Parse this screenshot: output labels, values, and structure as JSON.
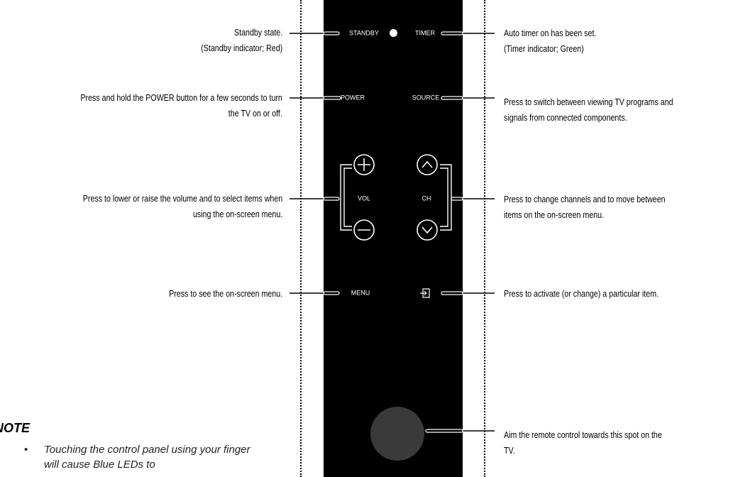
{
  "panel": {
    "standby": "STANDBY",
    "timer": "TIMER",
    "power": "POWER",
    "source": "SOURCE",
    "vol": "VOL",
    "ch": "CH",
    "menu": "MENU",
    "enter_icon": "enter-icon"
  },
  "callouts": {
    "standby": [
      "Standby state.",
      "(Standby indicator; Red)"
    ],
    "timer": [
      "Auto timer on has been set.",
      "(Timer indicator; Green)"
    ],
    "power": [
      "Press and hold the POWER button for a few seconds to turn",
      "the TV on or off."
    ],
    "source": [
      "Press to switch between viewing TV programs and",
      "signals from connected components."
    ],
    "vol": [
      "Press to lower or raise the volume and to select items when",
      "using the on-screen menu."
    ],
    "ch": [
      "Press to change channels and to move between",
      "items on the on-screen menu."
    ],
    "menu": [
      "Press to see the on-screen menu."
    ],
    "enter": [
      "Press to activate (or change) a particular item."
    ],
    "sensor": [
      "Aim the remote control towards this spot on the",
      "TV."
    ]
  },
  "note": {
    "title": "NOTE",
    "items": [
      "Touching the control panel using your finger will cause Blue LEDs to"
    ]
  }
}
